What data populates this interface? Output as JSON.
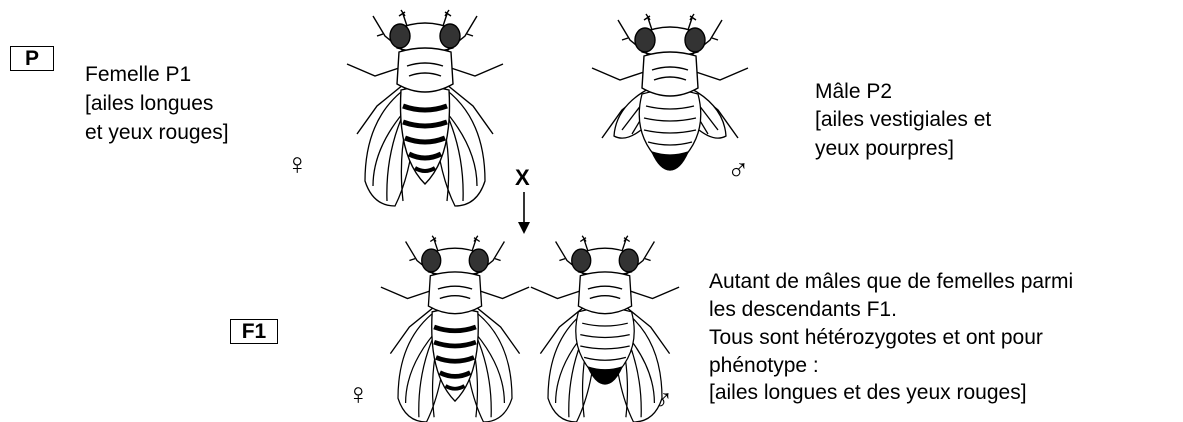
{
  "generation_p": {
    "label": "P"
  },
  "generation_f1": {
    "label": "F1"
  },
  "parents": {
    "female": {
      "line1": "Femelle P1",
      "line2": "[ailes longues",
      "line3": "et yeux rouges]",
      "symbol": "♀"
    },
    "male": {
      "line1": "Mâle P2",
      "line2": "[ailes vestigiales et",
      "line3": "yeux pourpres]",
      "symbol": "♂"
    },
    "cross_symbol": "X"
  },
  "offspring": {
    "female_symbol": "♀",
    "male_symbol": "♂",
    "description": {
      "line1": "Autant de mâles que de femelles parmi",
      "line2": "les descendants F1.",
      "line3": "Tous sont hétérozygotes et ont pour",
      "line4": "phénotype :",
      "line5": "[ailes longues et des yeux rouges]"
    }
  }
}
